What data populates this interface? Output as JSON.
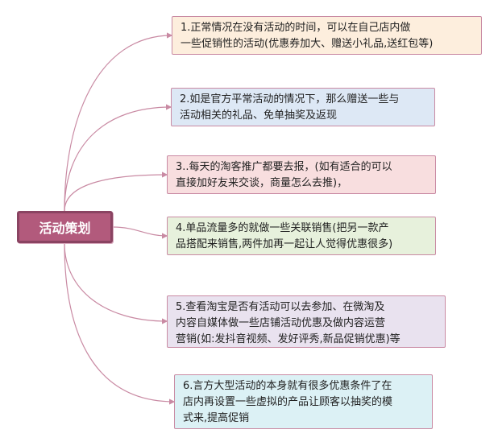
{
  "root": {
    "label": "活动策划"
  },
  "nodes": [
    {
      "text": "1.正常情况在没有活动的时间，可以在自己店内做\n一些促销性的活动(优惠券加大、赠送小礼品,送红包等)"
    },
    {
      "text": "2.如是官方平常活动的情况下，那么赠送一些与\n活动相关的礼品、免单抽奖及返现"
    },
    {
      "text": "3..每天的淘客推广都要去报，(如有适合的可以\n直接加好友来交谈，商量怎么去推)，"
    },
    {
      "text": "4.单品流量多的就做一些关联销售(把另一款产\n品搭配来销售,两件加再一起让人觉得优惠很多)"
    },
    {
      "text": "5.查看淘宝是否有活动可以去参加、在微淘及\n内容自媒体做一些店铺活动优惠及做内容运营\n营销(如:发抖音视频、发好评秀,新品促销优惠)等"
    },
    {
      "text": "6.言方大型活动的本身就有很多优惠条件了在\n店内再设置一些虚拟的产品让顾客以抽奖的模\n式来,提高促销"
    }
  ],
  "colors": {
    "connector": "#c98aa3",
    "root_fill": "#b25a7c",
    "node_fills": [
      "#fdeedd",
      "#dde8f5",
      "#f8dedf",
      "#e7f1dc",
      "#e9e2ef",
      "#dcf1f5"
    ]
  }
}
